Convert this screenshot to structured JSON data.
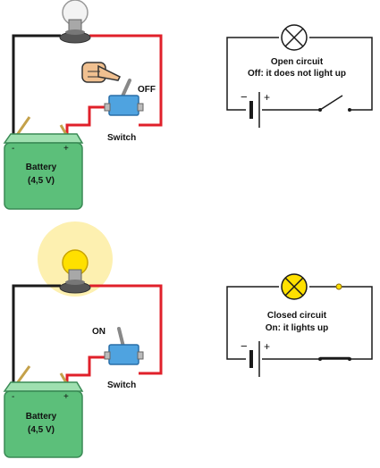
{
  "top": {
    "battery": {
      "label": "Battery",
      "voltage": "(4,5 V)",
      "minus": "-",
      "plus": "+"
    },
    "switch": {
      "label": "Switch",
      "state": "OFF"
    },
    "schematic": {
      "title": "Open circuit",
      "caption": "Off: it does not light up",
      "minus": "−",
      "plus": "+"
    }
  },
  "bottom": {
    "battery": {
      "label": "Battery",
      "voltage": "(4,5 V)",
      "minus": "-",
      "plus": "+"
    },
    "switch": {
      "label": "Switch",
      "state": "ON"
    },
    "schematic": {
      "title": "Closed circuit",
      "caption": "On: it lights up",
      "minus": "−",
      "plus": "+"
    }
  },
  "colors": {
    "wire_red": "#e0202a",
    "wire_black": "#1a1a1a",
    "battery_green": "#5cbf7a",
    "battery_top": "#9fe0b0",
    "switch_blue": "#4fa3e0",
    "bulb_lit": "#ffe000",
    "glow": "#fdf0b0"
  },
  "icons": [
    "light-bulb-icon",
    "pointing-hand-icon",
    "toggle-switch-icon",
    "lamp-symbol-icon",
    "battery-symbol-icon",
    "switch-symbol-icon"
  ]
}
